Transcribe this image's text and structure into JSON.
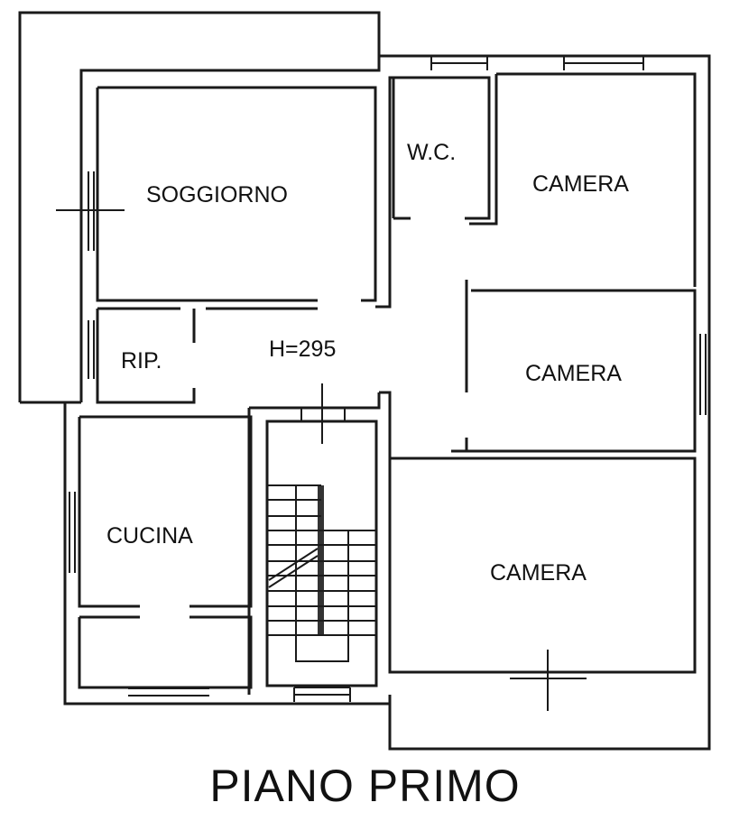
{
  "rooms": {
    "soggiorno": "SOGGIORNO",
    "wc": "W.C.",
    "camera_1": "CAMERA",
    "camera_2": "CAMERA",
    "camera_3": "CAMERA",
    "ripostiglio": "RIP.",
    "cucina": "CUCINA"
  },
  "height_label": "H=295",
  "title": "PIANO PRIMO"
}
